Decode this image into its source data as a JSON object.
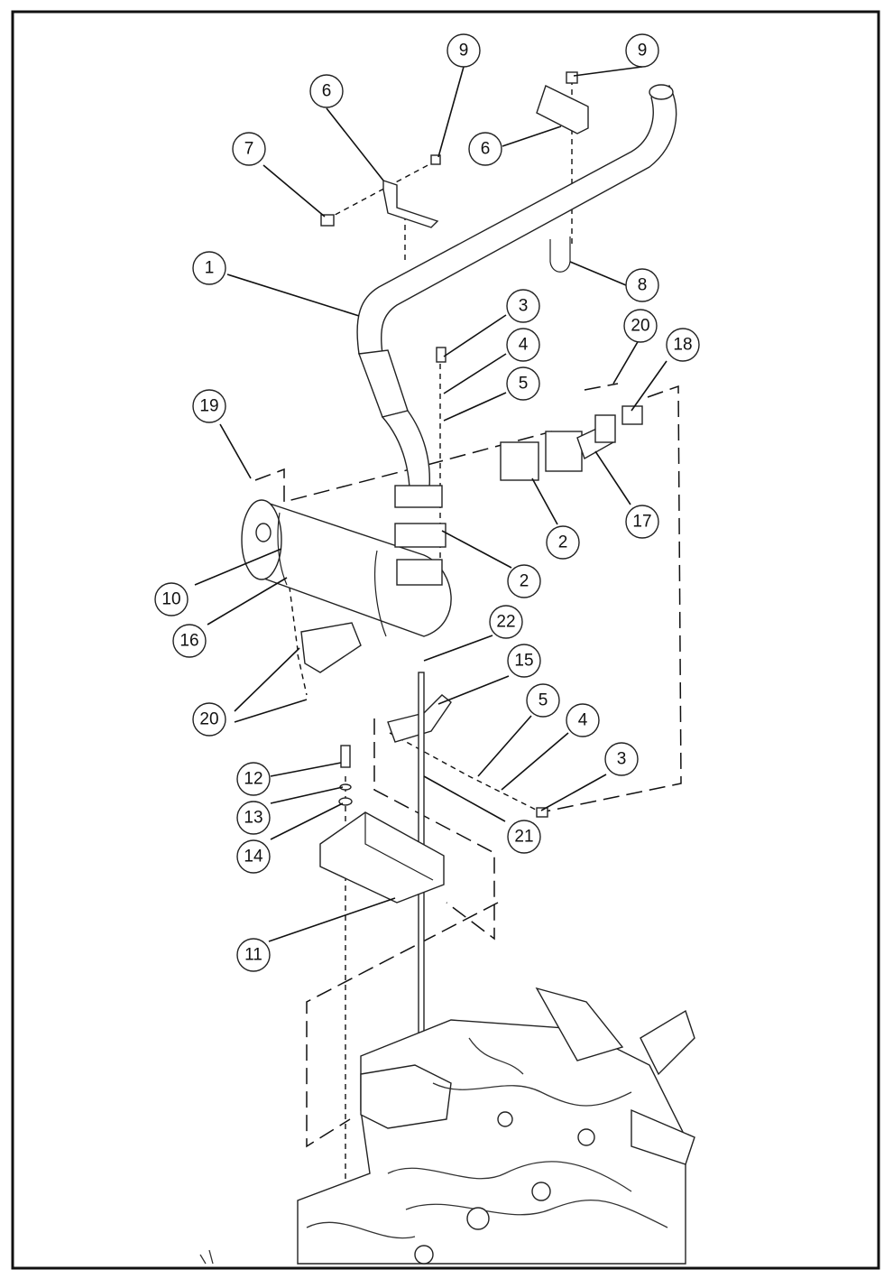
{
  "diagram": {
    "callouts": [
      {
        "id": "c9a",
        "label": "9"
      },
      {
        "id": "c9b",
        "label": "9"
      },
      {
        "id": "c6a",
        "label": "6"
      },
      {
        "id": "c6b",
        "label": "6"
      },
      {
        "id": "c7",
        "label": "7"
      },
      {
        "id": "c1",
        "label": "1"
      },
      {
        "id": "c8",
        "label": "8"
      },
      {
        "id": "c3a",
        "label": "3"
      },
      {
        "id": "c4a",
        "label": "4"
      },
      {
        "id": "c5a",
        "label": "5"
      },
      {
        "id": "c20a",
        "label": "20"
      },
      {
        "id": "c18",
        "label": "18"
      },
      {
        "id": "c19",
        "label": "19"
      },
      {
        "id": "c2a",
        "label": "2"
      },
      {
        "id": "c17",
        "label": "17"
      },
      {
        "id": "c2b",
        "label": "2"
      },
      {
        "id": "c10",
        "label": "10"
      },
      {
        "id": "c16",
        "label": "16"
      },
      {
        "id": "c22",
        "label": "22"
      },
      {
        "id": "c15",
        "label": "15"
      },
      {
        "id": "c5b",
        "label": "5"
      },
      {
        "id": "c4b",
        "label": "4"
      },
      {
        "id": "c20b",
        "label": "20"
      },
      {
        "id": "c3b",
        "label": "3"
      },
      {
        "id": "c12",
        "label": "12"
      },
      {
        "id": "c13",
        "label": "13"
      },
      {
        "id": "c21",
        "label": "21"
      },
      {
        "id": "c14",
        "label": "14"
      },
      {
        "id": "c11",
        "label": "11"
      }
    ]
  }
}
